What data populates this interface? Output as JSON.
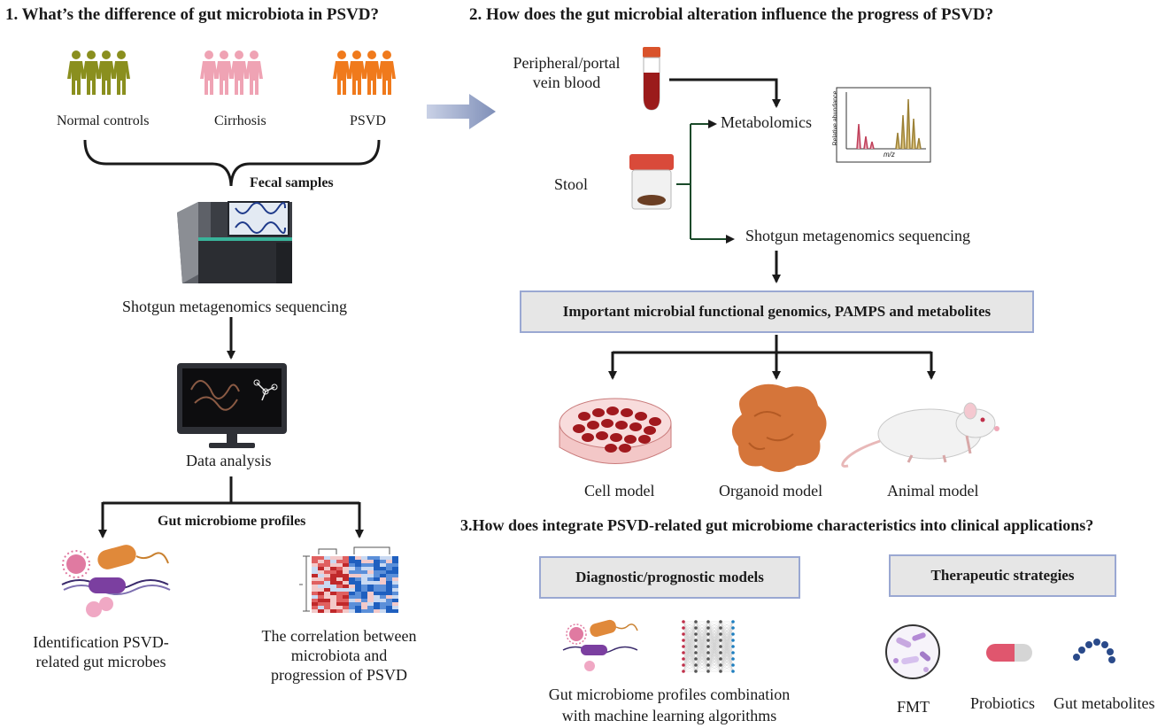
{
  "section1": {
    "title": "1.  What’s the difference of  gut microbiota  in PSVD?",
    "groups": [
      "Normal controls",
      "Cirrhosis",
      "PSVD"
    ],
    "fecal_samples": "Fecal samples",
    "sequencing": "Shotgun metagenomics sequencing",
    "data_analysis": "Data analysis",
    "profiles": "Gut microbiome profiles",
    "identification": [
      "Identification PSVD-",
      "related gut microbes"
    ],
    "correlation": [
      "The correlation between",
      "microbiota and",
      "progression of PSVD"
    ]
  },
  "section2": {
    "title": "2. How does the gut microbial alteration influence the progress of PSVD?",
    "blood": [
      "Peripheral/portal",
      "vein blood"
    ],
    "metabolomics": "Metabolomics",
    "spectrum_ylabel": "Relative abundance",
    "spectrum_xlabel": "m/z",
    "stool": "Stool",
    "sequencing": "Shotgun metagenomics sequencing",
    "important_box": "Important microbial functional genomics, PAMPS and metabolites",
    "models": [
      "Cell model",
      "Organoid model",
      "Animal model"
    ]
  },
  "section3": {
    "title": "3.How does integrate PSVD-related gut microbiome characteristics into clinical applications?",
    "diagnostic_box": "Diagnostic/prognostic models",
    "therapeutic_box": "Therapeutic strategies",
    "ml_caption": [
      "Gut microbiome profiles combination",
      "with machine learning algorithms"
    ],
    "therapies": [
      "FMT",
      "Probiotics",
      "Gut metabolites"
    ]
  },
  "colors": {
    "normal_people": "#8a8f1e",
    "cirrhosis_people": "#efa3b4",
    "psvd_people": "#f07a1c",
    "box_border": "#9aa8d2",
    "box_fill": "#e6e6e6",
    "arrow": "#1a1a1a",
    "flow_arrow": "#7f8fb8"
  }
}
